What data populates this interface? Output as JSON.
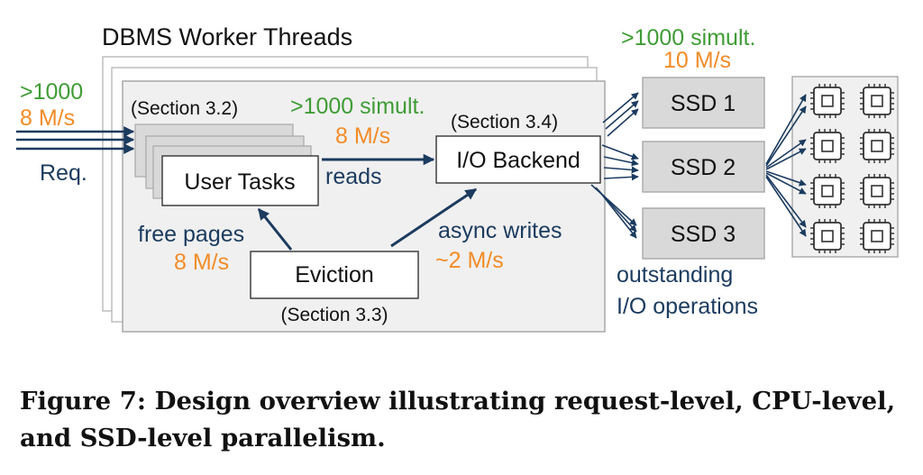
{
  "diagram": {
    "title": "DBMS Worker Threads",
    "request": {
      "count": ">1000",
      "rate": "8 M/s",
      "label": "Req."
    },
    "user_tasks": {
      "label": "User Tasks",
      "section": "(Section 3.2)"
    },
    "reads": {
      "count": ">1000 simult.",
      "rate": "8 M/s",
      "label": "reads"
    },
    "io_backend": {
      "label": "I/O Backend",
      "section": "(Section 3.4)"
    },
    "eviction": {
      "label": "Eviction",
      "section": "(Section 3.3)"
    },
    "free_pages": {
      "label": "free pages",
      "rate": "8 M/s"
    },
    "async_writes": {
      "label": "async writes",
      "rate": "~2 M/s"
    },
    "ssd_header": {
      "count": ">1000 simult.",
      "rate": "10 M/s"
    },
    "ssds": [
      "SSD 1",
      "SSD 2",
      "SSD 3"
    ],
    "outstanding": {
      "line1": "outstanding",
      "line2": "I/O operations"
    },
    "flash_chip_count": 8
  },
  "caption": "Figure 7: Design overview illustrating request-level, CPU-level, and SSD-level parallelism.",
  "colors": {
    "navy": "#1b3b5f",
    "green": "#3f9c35",
    "orange": "#f28c28",
    "panel_gray": "#f0f0f0",
    "ssd_gray": "#d9d9d9",
    "box_white": "#ffffff",
    "chip_fill": "#ffffff"
  }
}
